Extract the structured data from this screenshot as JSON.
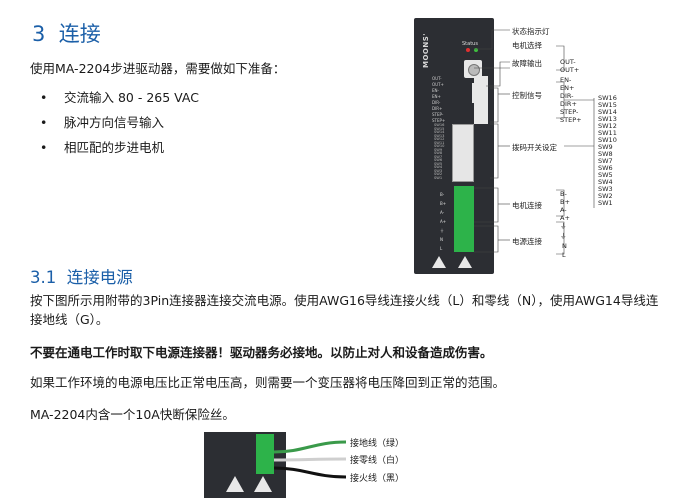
{
  "section": {
    "number": "3",
    "title": "连接"
  },
  "intro": "使用MA-2204步进驱动器，需要做如下准备：",
  "bullets": [
    "交流输入 80 - 265 VAC",
    "脉冲方向信号输入",
    "相匹配的步进电机"
  ],
  "bullet_symbol": "•",
  "subsection": {
    "number": "3.1",
    "title": "连接电源"
  },
  "paragraphs": [
    "按下图所示用附带的3Pin连接器连接交流电源。使用AWG16导线连接火线（L）和零线（N），使用AWG14导线连接地线（G）。",
    "不要在通电工作时取下电源连接器！驱动器务必接地。以防止对人和设备造成伤害。",
    "如果工作环境的电源电压比正常电压高，则需要一个变压器将电压降回到正常的范围。",
    "MA-2204内含一个10A快断保险丝。"
  ],
  "driver": {
    "brand": "MOONS'",
    "status_label": "Status",
    "callouts": {
      "status_light": "状态指示灯",
      "motor_select": "电机选择",
      "fault_output": "故障输出",
      "control_signal": "控制信号",
      "dip_switch": "拨码开关设定",
      "motor_connection": "电机连接",
      "power_connection": "电源连接"
    },
    "fault_pins": [
      "OUT-",
      "OUT+"
    ],
    "control_pins": [
      "EN-",
      "EN+",
      "DIR-",
      "DIR+",
      "STEP-",
      "STEP+"
    ],
    "switches": [
      "SW16",
      "SW15",
      "SW14",
      "SW13",
      "SW12",
      "SW11",
      "SW10",
      "SW9",
      "SW8",
      "SW7",
      "SW6",
      "SW5",
      "SW4",
      "SW3",
      "SW2",
      "SW1"
    ],
    "motor_pins": [
      "B-",
      "B+",
      "A-",
      "A+"
    ],
    "power_pins": [
      "⏚",
      "N",
      "L"
    ],
    "ground_symbol": "⏚"
  },
  "wiring": {
    "ground": "接地线（绿）",
    "neutral": "接零线（白）",
    "live": "接火线（黑）"
  },
  "colors": {
    "heading": "#1b5fa8",
    "terminal": "#2db34a",
    "device": "#2c2e33"
  }
}
